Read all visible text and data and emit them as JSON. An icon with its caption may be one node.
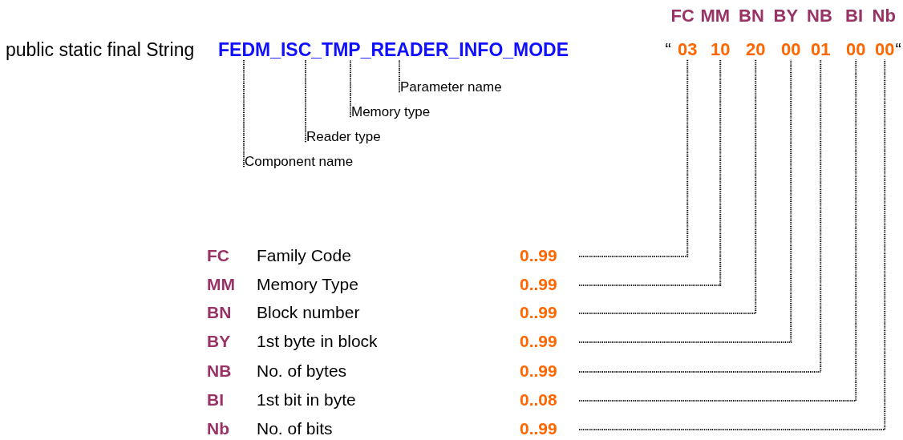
{
  "diagram": {
    "nodes": [
      {
        "text": [
          "FEDM_ISC_TMP_READER_INFO_MODE"
        ]
      },
      {
        "text": [
          "Parameter name"
        ]
      },
      {
        "text": [
          "Memory type"
        ]
      },
      {
        "text": [
          "Reader type"
        ]
      },
      {
        "text": [
          "Component name"
        ]
      },
      {
        "text": [
          "03"
        ]
      },
      {
        "text": [
          "10"
        ]
      },
      {
        "text": [
          "20"
        ]
      },
      {
        "text": [
          "00"
        ]
      },
      {
        "text": [
          "01"
        ]
      },
      {
        "text": [
          "00"
        ]
      },
      {
        "text": [
          "00"
        ]
      },
      {
        "text": [
          "FC",
          "Family Code",
          "0..99"
        ]
      },
      {
        "text": [
          "MM",
          "Memory Type",
          "0..99"
        ]
      },
      {
        "text": [
          "BN",
          "Block number",
          "0..99"
        ]
      },
      {
        "text": [
          "BY",
          "1st byte in block",
          "0..99"
        ]
      },
      {
        "text": [
          "NB",
          "No. of bytes",
          "0..99"
        ]
      },
      {
        "text": [
          "BI",
          "1st bit in byte",
          "0..08"
        ]
      },
      {
        "text": [
          "Nb",
          "No. of bits",
          "0..99"
        ]
      }
    ],
    "edges": [
      {
        "from": 1,
        "to": 0,
        "arrow": "none",
        "style": "dashed"
      },
      {
        "from": 2,
        "to": 0,
        "arrow": "none",
        "style": "dashed"
      },
      {
        "from": 3,
        "to": 0,
        "arrow": "none",
        "style": "dashed"
      },
      {
        "from": 4,
        "to": 0,
        "arrow": "none",
        "style": "dashed"
      },
      {
        "from": 12,
        "to": 5,
        "arrow": "none",
        "style": "dashed"
      },
      {
        "from": 13,
        "to": 6,
        "arrow": "none",
        "style": "dashed"
      },
      {
        "from": 14,
        "to": 7,
        "arrow": "none",
        "style": "dashed"
      },
      {
        "from": 15,
        "to": 8,
        "arrow": "none",
        "style": "dashed"
      },
      {
        "from": 16,
        "to": 9,
        "arrow": "none",
        "style": "dashed"
      },
      {
        "from": 17,
        "to": 10,
        "arrow": "none",
        "style": "dashed"
      },
      {
        "from": 18,
        "to": 11,
        "arrow": "none",
        "style": "dashed"
      }
    ],
    "labels": [
      "FC",
      "MM",
      "BN",
      "BY",
      "NB",
      "BI",
      "Nb",
      "public static final String",
      "“",
      "“"
    ]
  }
}
